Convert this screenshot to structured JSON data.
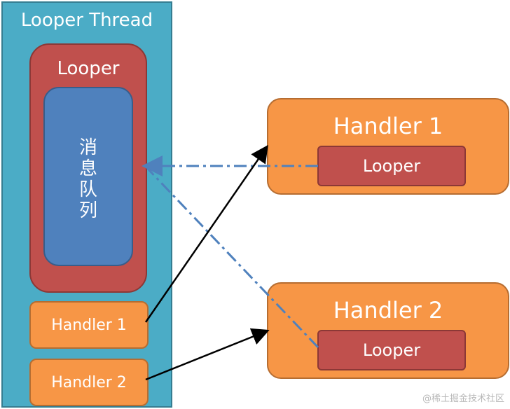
{
  "looper_thread": {
    "title": "Looper Thread",
    "looper": {
      "title": "Looper",
      "message_queue": "消\n息\n队\n列"
    },
    "handlers": [
      "Handler 1",
      "Handler 2"
    ]
  },
  "handlers": [
    {
      "title": "Handler 1",
      "looper": "Looper"
    },
    {
      "title": "Handler 2",
      "looper": "Looper"
    }
  ],
  "watermark": "@稀土掘金技术社区",
  "colors": {
    "thread": "#4bacc6",
    "looper": "#c0504d",
    "queue": "#4f81bd",
    "handler": "#f79646",
    "arrow_solid": "#000000",
    "arrow_dashdot": "#4f81bd"
  }
}
